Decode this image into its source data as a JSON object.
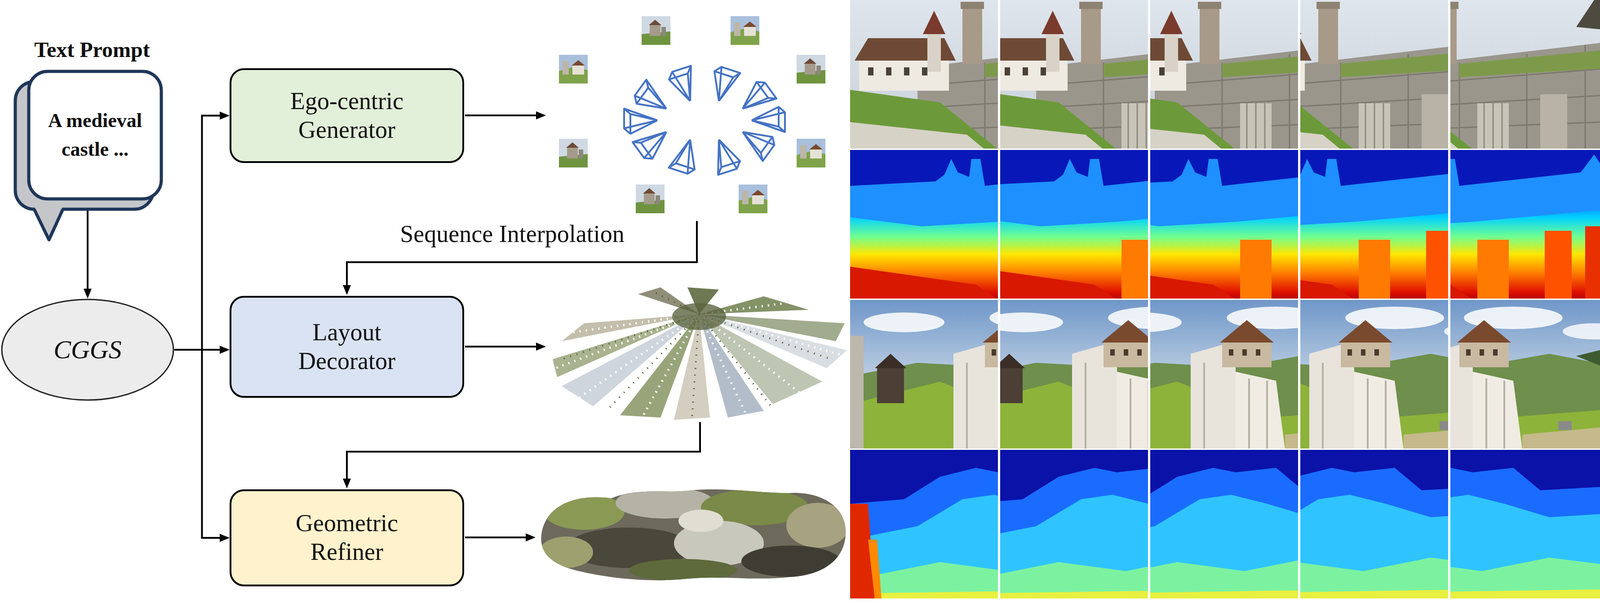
{
  "diagram": {
    "nodes": [
      {
        "text": [
          "Text Prompt",
          "A medieval castle ..."
        ]
      },
      {
        "text": [
          "CGGS"
        ]
      },
      {
        "text": [
          "Ego-centric Generator"
        ]
      },
      {
        "text": [
          "Layout Decorator"
        ]
      },
      {
        "text": [
          "Geometric Refiner"
        ]
      }
    ],
    "edges": [
      {
        "from": 0,
        "to": 1,
        "arrow": "to"
      },
      {
        "from": 1,
        "to": 2,
        "arrow": "to"
      },
      {
        "from": 1,
        "to": 3,
        "arrow": "to"
      },
      {
        "from": 1,
        "to": 4,
        "arrow": "to"
      }
    ],
    "labels": [
      "Sequence Interpolation"
    ]
  }
}
